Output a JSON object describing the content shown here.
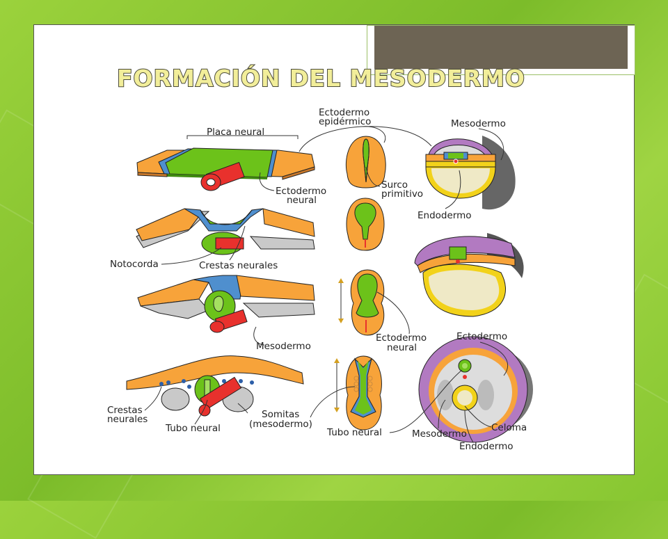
{
  "slide": {
    "title": "FORMACIÓN DEL MESODERMO"
  },
  "labels": {
    "placa_neural": "Placa neural",
    "ectodermo_epidermico_1": "Ectodermo",
    "ectodermo_epidermico_2": "epidérmico",
    "mesodermo_top": "Mesodermo",
    "ectodermo_neural_top_1": "Ectodermo",
    "ectodermo_neural_top_2": "neural",
    "surco_1": "Surco",
    "surco_2": "primitivo",
    "endodermo_top": "Endodermo",
    "notocorda": "Notocorda",
    "crestas_neurales_mid": "Crestas neurales",
    "mesodermo_mid": "Mesodermo",
    "ectodermo_neural_mid_1": "Ectodermo",
    "ectodermo_neural_mid_2": "neural",
    "ectodermo_bottom": "Ectodermo",
    "crestas_bottom_1": "Crestas",
    "crestas_bottom_2": "neurales",
    "tubo_neural_left": "Tubo neural",
    "somitas_1": "Somitas",
    "somitas_2": "(mesodermo)",
    "tubo_neural_mid": "Tubo neural",
    "mesodermo_bottom": "Mesodermo",
    "celoma": "Celoma",
    "endodermo_bottom": "Endodermo"
  },
  "colors": {
    "ectoderm": "#f7a33a",
    "neural": "#6cc21a",
    "crest": "#4f8fce",
    "notochord": "#e8312d",
    "mesoderm": "#c9c9c9",
    "yolk": "#efe9c6",
    "endoderm_rim": "#f2d21a",
    "amnion": "#b27ac1",
    "title_fill": "#f2ee9a",
    "title_stroke": "#4a4a3a"
  }
}
